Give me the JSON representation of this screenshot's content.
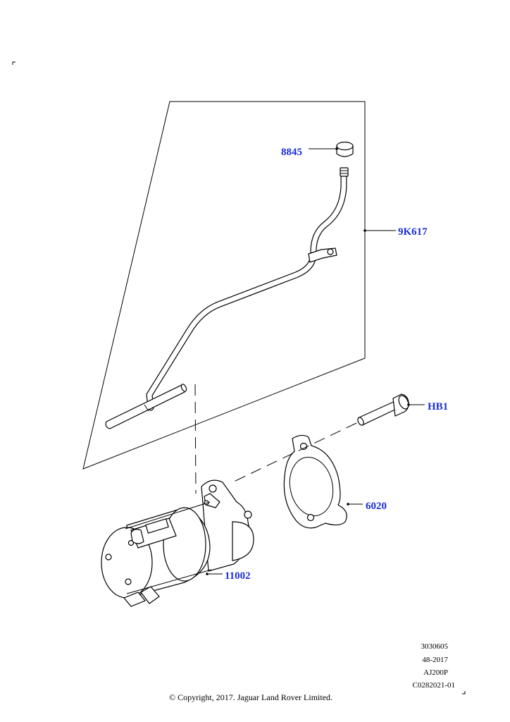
{
  "callouts": {
    "c8845": "8845",
    "c9k617": "9K617",
    "chb1": "HB1",
    "c6020": "6020",
    "c11002": "11002"
  },
  "reference": {
    "line1": "3030605",
    "line2": "48-2017",
    "line3": "AJ200P",
    "line4": "C0282021-01"
  },
  "copyright": "© Copyright, 2017. Jaguar Land Rover Limited.",
  "colors": {
    "callout": "#1a2fd6",
    "line": "#000000"
  }
}
